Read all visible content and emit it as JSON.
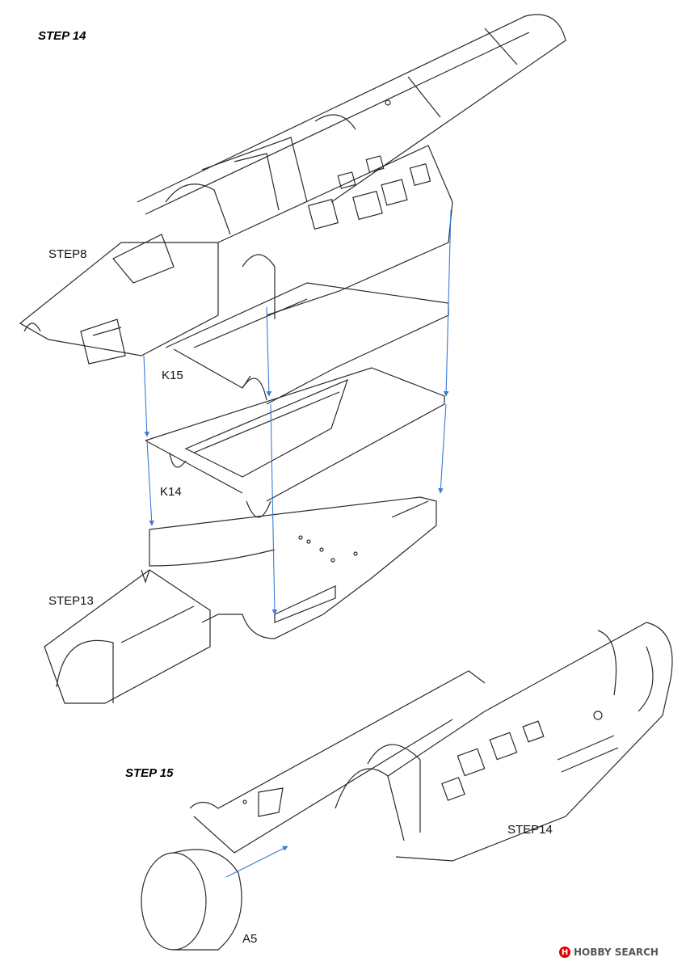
{
  "steps": {
    "step14_title": "STEP 14",
    "step15_title": "STEP 15"
  },
  "labels": {
    "step8": "STEP8",
    "k15": "K15",
    "k14": "K14",
    "step13": "STEP13",
    "step14_assembly": "STEP14",
    "a5": "A5"
  },
  "watermark": {
    "icon": "hobby-search-logo-icon",
    "text": "HOBBY SEARCH"
  },
  "colors": {
    "line": "#2a2a2a",
    "arrow": "#3a7bd5"
  }
}
